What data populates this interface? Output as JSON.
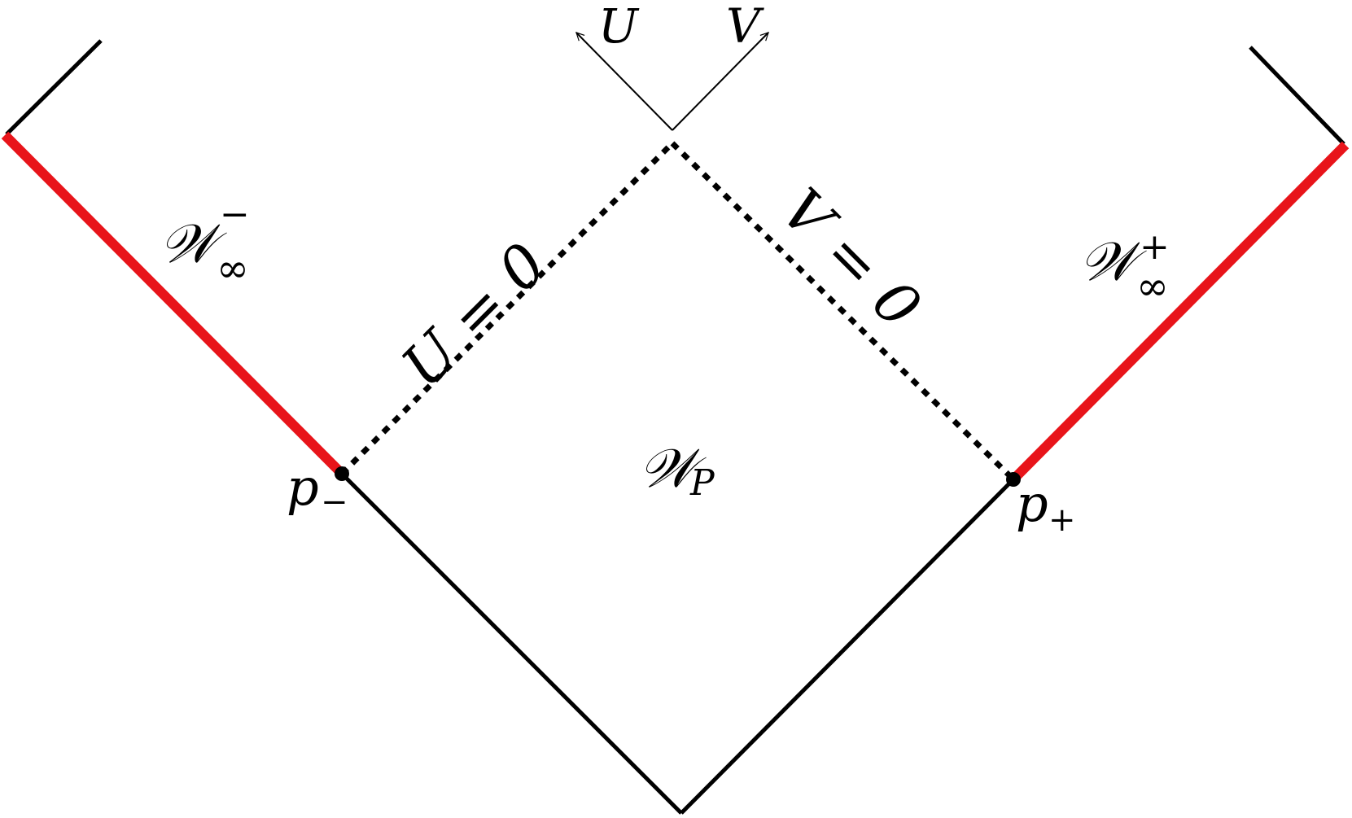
{
  "colors": {
    "boundary": "#000000",
    "highlight": "#e8141a",
    "horizon": "#000000",
    "background": "#ffffff"
  },
  "axes": {
    "u_label": "U",
    "v_label": "V"
  },
  "horizons": {
    "u_label": "U = 0",
    "v_label": "V = 0"
  },
  "regions": {
    "wedge_p": {
      "base": "𝒲",
      "sub": "P"
    },
    "w_inf_minus": {
      "base": "𝒲",
      "sub": "∞",
      "sup": "−"
    },
    "w_inf_plus": {
      "base": "𝒲",
      "sub": "∞",
      "sup": "+"
    }
  },
  "points": {
    "p_minus": {
      "base": "p",
      "sub": "−"
    },
    "p_plus": {
      "base": "p",
      "sub": "+"
    }
  }
}
